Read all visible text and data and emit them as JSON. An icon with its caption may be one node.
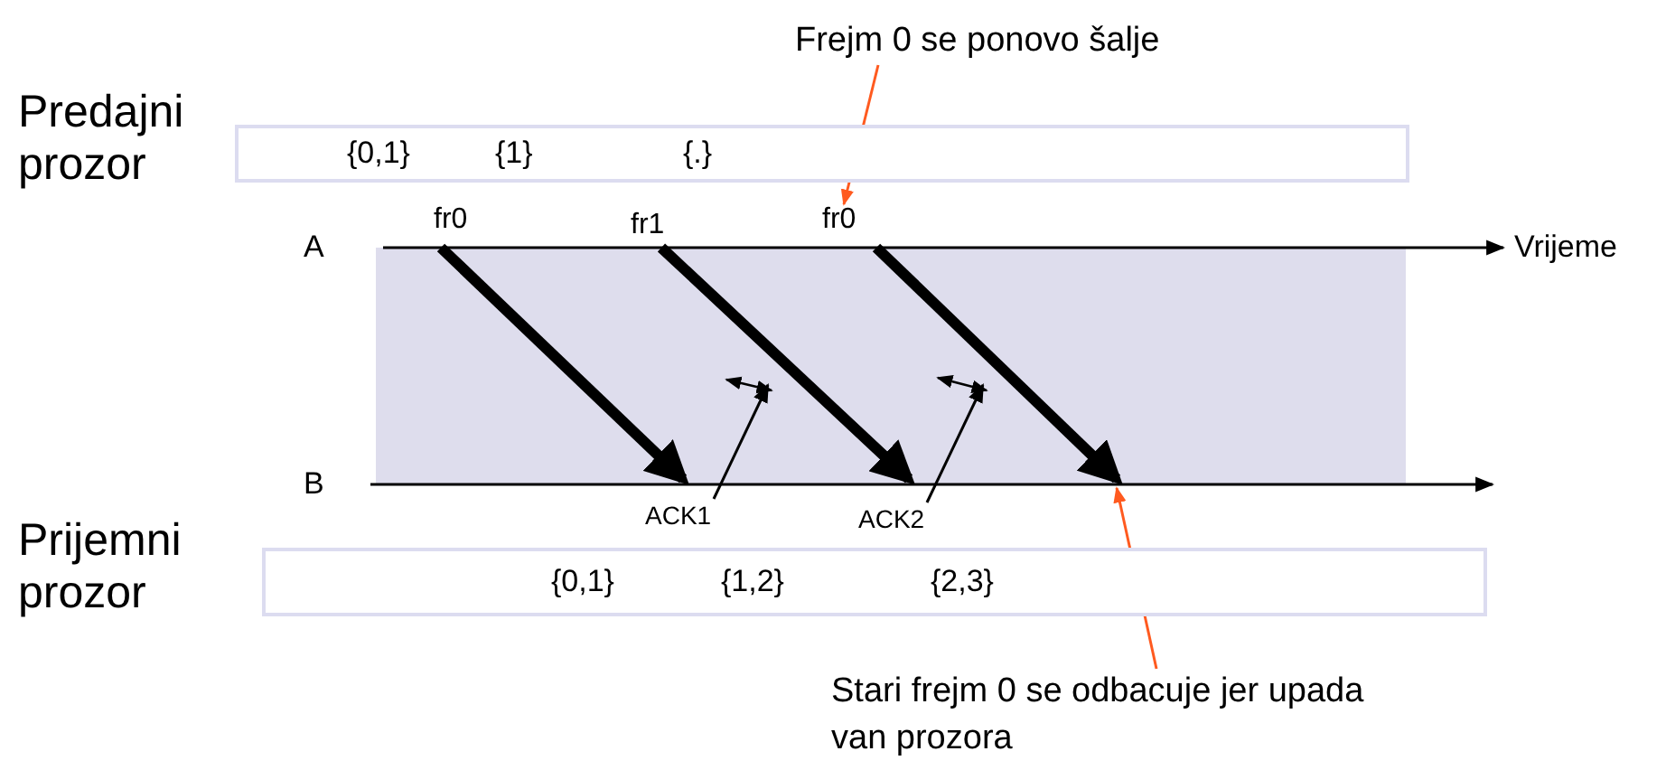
{
  "diagram": {
    "nodes": [
      {
        "text": [
          "Predajni prozor",
          "{0,1}",
          "{1}",
          "{.}"
        ]
      },
      {
        "text": [
          "Frejm 0 se ponovo šalje"
        ]
      },
      {
        "text": [
          "fr0"
        ]
      },
      {
        "text": [
          "fr1"
        ]
      },
      {
        "text": [
          "fr0"
        ]
      },
      {
        "text": [
          "ACK1"
        ]
      },
      {
        "text": [
          "ACK2"
        ]
      },
      {
        "text": [
          "B"
        ]
      },
      {
        "text": [
          "Prijemni prozor",
          "{0,1}",
          "{1,2}",
          "{2,3}"
        ]
      },
      {
        "text": [
          "Stari frejm 0 se odbacuje jer upada van prozora"
        ]
      }
    ],
    "edges": [
      {
        "from": 1,
        "to": 4,
        "arrow": "to",
        "color": "#ff5a1f"
      },
      {
        "from": 2,
        "to": 7,
        "arrow": "to",
        "style": "thick"
      },
      {
        "from": 3,
        "to": 7,
        "arrow": "to",
        "style": "thick"
      },
      {
        "from": 4,
        "to": 7,
        "arrow": "to",
        "style": "thick"
      },
      {
        "from": 5,
        "to": null,
        "arrow": "to"
      },
      {
        "from": 6,
        "to": null,
        "arrow": "to"
      },
      {
        "from": 9,
        "to": 7,
        "arrow": "to",
        "color": "#ff5a1f"
      }
    ],
    "labels": [
      "A",
      "Vrijeme"
    ]
  }
}
